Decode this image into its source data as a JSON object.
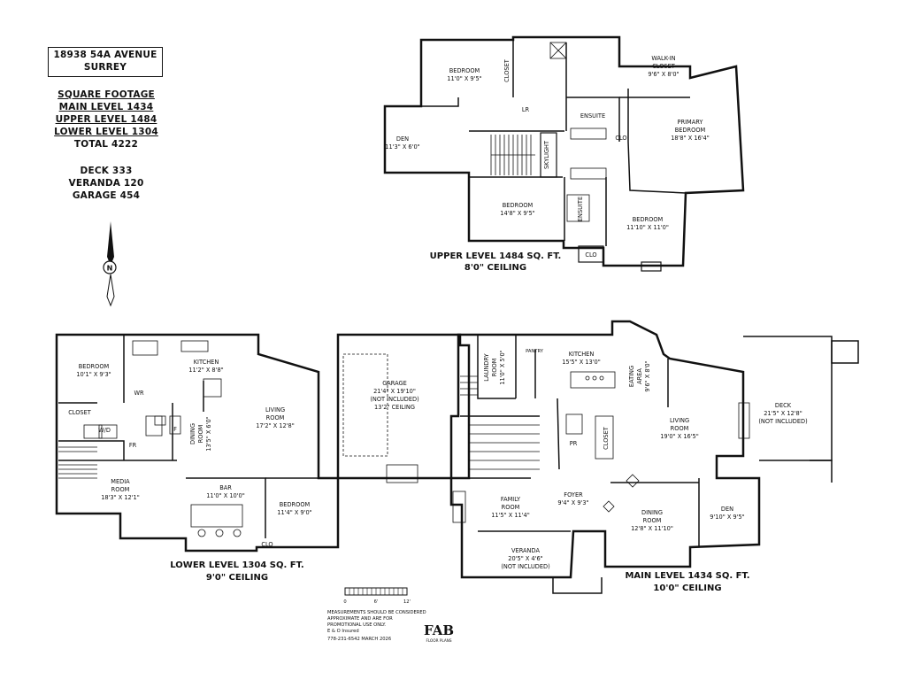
{
  "address": {
    "line1": "18938 54A AVENUE",
    "line2": "SURREY"
  },
  "square_footage": {
    "title": "SQUARE FOOTAGE",
    "main": "MAIN LEVEL 1434",
    "upper": "UPPER LEVEL 1484",
    "lower": "LOWER LEVEL 1304",
    "total": "TOTAL 4222"
  },
  "extras": {
    "deck": "DECK 333",
    "veranda": "VERANDA 120",
    "garage": "GARAGE 454"
  },
  "compass": {
    "label": "N"
  },
  "upper_level": {
    "label": "UPPER LEVEL 1484 SQ. FT.",
    "ceiling": "8'0\" CEILING",
    "rooms": {
      "bedroom1_name": "BEDROOM",
      "bedroom1_dim": "11'0\" X 9'5\"",
      "den_name": "DEN",
      "den_dim": "11'3\" X 6'0\"",
      "closet": "CLOSET",
      "lr": "LR",
      "skylight": "SKYLIGHT",
      "ensuite1": "ENSUITE",
      "clo1": "CLO",
      "walkin_name1": "WALK-IN",
      "walkin_name2": "CLOSET",
      "walkin_dim": "9'6\" X 8'0\"",
      "primary_name1": "PRIMARY",
      "primary_name2": "BEDROOM",
      "primary_dim": "18'8\" X 16'4\"",
      "bedroom2_name": "BEDROOM",
      "bedroom2_dim": "14'8\" X 9'5\"",
      "ensuite2": "ENSUITE",
      "bedroom3_name": "BEDROOM",
      "bedroom3_dim": "11'10\" X 11'0\"",
      "clo2": "CLO"
    }
  },
  "lower_level": {
    "label": "LOWER LEVEL 1304 SQ. FT.",
    "ceiling": "9'0\" CEILING",
    "rooms": {
      "bedroom1_name": "BEDROOM",
      "bedroom1_dim": "10'1\" X 9'3\"",
      "wr": "WR",
      "kitchen_name": "KITCHEN",
      "kitchen_dim": "11'2\" X 8'8\"",
      "closet": "CLOSET",
      "wd": "W/D",
      "fr": "FR",
      "f": "F",
      "dining_name1": "DINING",
      "dining_name2": "ROOM",
      "dining_dim": "13'5\" X 6'0\"",
      "living_name1": "LIVING",
      "living_name2": "ROOM",
      "living_dim": "17'2\" X 12'8\"",
      "media_name1": "MEDIA",
      "media_name2": "ROOM",
      "media_dim": "18'3\" X 12'1\"",
      "bar_name": "BAR",
      "bar_dim": "11'0\" X 10'0\"",
      "bedroom2_name": "BEDROOM",
      "bedroom2_dim": "11'4\" X 9'0\"",
      "clo": "CLO"
    }
  },
  "main_level": {
    "label": "MAIN LEVEL 1434 SQ. FT.",
    "ceiling": "10'0\" CEILING",
    "rooms": {
      "garage_name": "GARAGE",
      "garage_dim": "21'4\" X 19'10\"",
      "garage_note": "(NOT INCLUDED)",
      "garage_ceiling": "13'2\" CEILING",
      "laundry1": "LAUNDRY",
      "laundry2": "ROOM",
      "laundry_dim": "11'0\" X 5'0\"",
      "pantry": "PANTRY",
      "kitchen_name": "KITCHEN",
      "kitchen_dim": "15'5\" X 13'0\"",
      "eating1": "EATING",
      "eating2": "AREA",
      "eating_dim": "9'6\" X 8'0\"",
      "deck_name": "DECK",
      "deck_dim": "21'5\" X 12'8\"",
      "deck_note": "(NOT INCLUDED)",
      "living_name1": "LIVING",
      "living_name2": "ROOM",
      "living_dim": "19'0\" X 16'5\"",
      "pr": "PR",
      "closet": "CLOSET",
      "family1": "FAMILY",
      "family2": "ROOM",
      "family_dim": "11'5\" X 11'4\"",
      "foyer_name": "FOYER",
      "foyer_dim": "9'4\" X 9'3\"",
      "dining1": "DINING",
      "dining2": "ROOM",
      "dining_dim": "12'8\" X 11'10\"",
      "den_name": "DEN",
      "den_dim": "9'10\" X 9'5\"",
      "veranda_name": "VERANDA",
      "veranda_dim": "20'5\" X 4'6\"",
      "veranda_note": "(NOT INCLUDED)"
    }
  },
  "footer": {
    "scale_0": "0",
    "scale_6": "6'",
    "scale_12": "12'",
    "note1": "MEASUREMENTS SHOULD BE CONSIDERED",
    "note2": "APPROXIMATE AND ARE FOR",
    "note3": "PROMOTIONAL USE ONLY.",
    "note4": "E & O Insured",
    "contact": "778-231-6542  MARCH 2026",
    "logo": "FAB",
    "logo_sub": "FLOOR PLANS"
  }
}
